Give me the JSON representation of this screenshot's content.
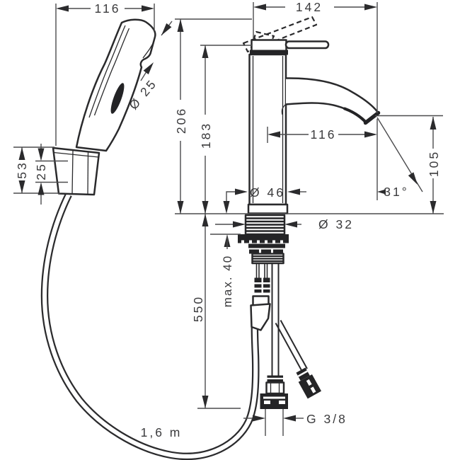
{
  "drawing": {
    "kind": "technical-dimension-drawing",
    "subject": "single-lever basin mixer with hand shower set, side elevation with mounting hardware",
    "units": "mm",
    "labels": {
      "handshower_width": "116",
      "faucet_overall_width": "142",
      "nozzle_diameter": "Ø 25",
      "holder_height": "53",
      "holder_spacing": "25",
      "total_height": "206",
      "body_height": "183",
      "spout_reach": "116",
      "outlet_height": "105",
      "spray_angle": "31°",
      "body_diameter": "Ø 46",
      "shank_diameter": "Ø 32",
      "max_mounting_thickness": "max. 40",
      "below_deck_length": "550",
      "hose_length": "1,6 m",
      "connection_thread": "G 3/8"
    },
    "colors": {
      "background": "#ffffff",
      "part_line": "#2a2a2c",
      "dimension_line": "#4b4b4d",
      "text": "#3b3b3d"
    }
  }
}
